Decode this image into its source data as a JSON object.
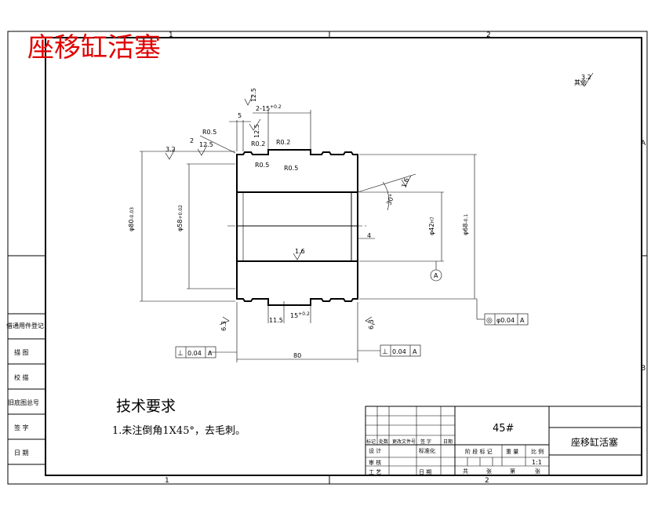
{
  "watermark_title": "座移缸活塞",
  "zone_labels": {
    "top_1": "1",
    "top_2": "2",
    "bottom_1": "1",
    "bottom_2": "2",
    "right_A": "A",
    "right_B": "B"
  },
  "roughness_general": "3.2",
  "roughness_general_prefix": "其余",
  "dimensions": {
    "top_roughness_1": "12.5",
    "top_roughness_2": "12.5",
    "groove_count": "2-15",
    "groove_tol": "+0.2",
    "dim_5": "5",
    "dim_2": "2",
    "left_roughness": "3.2",
    "left_roughness_2": "12.5",
    "r05_a": "R0.5",
    "r02_a": "R0.2",
    "r02_b": "R0.2",
    "r05_b": "R0.5",
    "r05_c": "R0.5",
    "outer_dia": "φ80",
    "outer_dia_tol": "-0.03",
    "inner_dia": "φ58",
    "inner_dia_tol": "+0.02",
    "bore_dia": "φ42",
    "bore_tol": "H7",
    "right_dia": "φ68",
    "right_dia_tol": "-0.1",
    "angle": "30°",
    "roughness_16_a": "1.6",
    "roughness_16_b": "1.6",
    "dim_4": "4",
    "datum": "A",
    "dim_115": "11.5",
    "dim_15": "15",
    "dim_15_tol": "+0.2",
    "left_63": "6.3",
    "right_63": "6.3",
    "length": "80"
  },
  "tolerance_frames": {
    "concentricity": {
      "symbol": "◎",
      "value": "φ0.04",
      "datum": "A"
    },
    "perp_left": {
      "symbol": "⊥",
      "value": "0.04",
      "datum": "A"
    },
    "perp_right": {
      "symbol": "⊥",
      "value": "0.04",
      "datum": "A"
    }
  },
  "tech_requirements": {
    "heading": "技术要求",
    "item_1": "1.未注倒角1X45°，去毛刺。"
  },
  "side_table": [
    "借通用件登记",
    "描 图",
    "校 描",
    "旧底图总号",
    "签 字",
    "日 期"
  ],
  "title_block": {
    "material": "45#",
    "part_name": "座移缸活塞",
    "scale": "1:1",
    "labels": {
      "revision": "标记",
      "count": "处数",
      "zone": "更改文件号",
      "sign": "签 字",
      "date": "日期",
      "design": "设 计",
      "standard": "标准化",
      "review": "审 核",
      "process": "工 艺",
      "date2": "日 期",
      "stage": "阶 段 标 记",
      "weight": "重 量",
      "ratio": "比 例",
      "total": "共",
      "sheet": "张",
      "no": "第",
      "sheet2": "张"
    }
  }
}
